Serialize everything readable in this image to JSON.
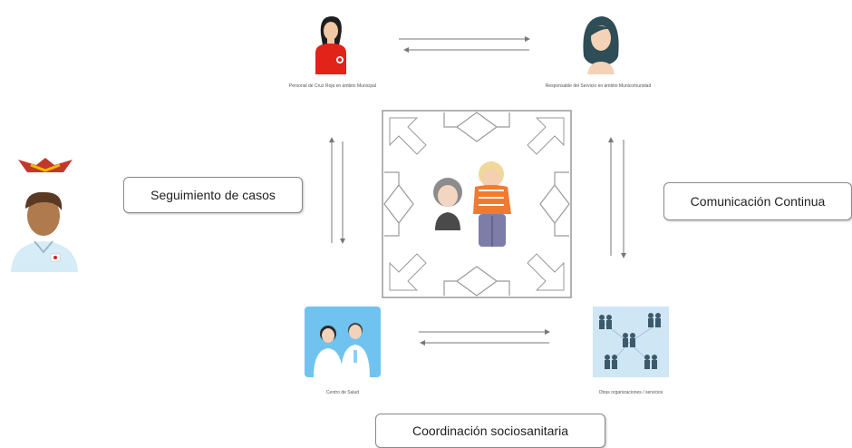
{
  "nodes": {
    "top_left_caption": "Personal de Cruz Roja en ámbito Municipal",
    "top_right_caption": "Responsable del Servicio en ámbito Municomunidad",
    "bottom_left_caption": "Centro de Salud",
    "bottom_right_caption": "Otras organizaciones / servicios"
  },
  "labels": {
    "left": "Seguimiento de casos",
    "right": "Comunicación Continua",
    "bottom": "Coordinación sociosanitaria"
  },
  "colors": {
    "red_uniform": "#e2231a",
    "hair_dark": "#2e4d56",
    "health_bg": "#6fc3ee",
    "orgs_bg": "#cfe6f5",
    "people_dark": "#3c5a6b",
    "skin": "#b07a4f"
  },
  "icons": [
    "red-cross-staff-icon",
    "woman-avatar-icon",
    "volunteer-icon",
    "elderly-couple-icon",
    "health-center-icon",
    "network-people-icon"
  ]
}
